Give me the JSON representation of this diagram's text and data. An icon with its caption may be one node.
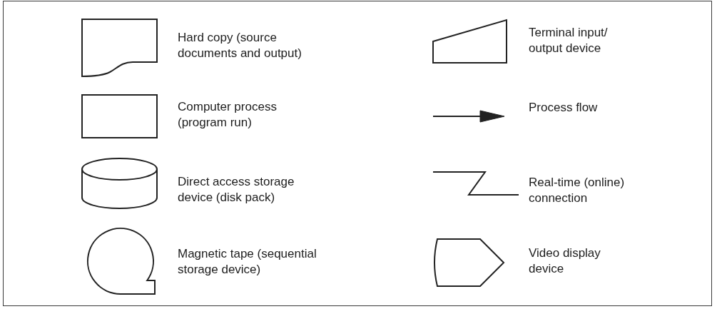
{
  "diagram": {
    "legend": [
      {
        "text": "Hard copy (source documents and output)"
      },
      {
        "text": "Computer process (program run)"
      },
      {
        "text": "Direct access storage device (disk pack)"
      },
      {
        "text": "Magnetic tape (sequential storage device)"
      },
      {
        "text": "Terminal input/ output device"
      },
      {
        "text": "Process flow"
      },
      {
        "text": "Real-time (online) connection"
      },
      {
        "text": "Video display device"
      }
    ]
  }
}
